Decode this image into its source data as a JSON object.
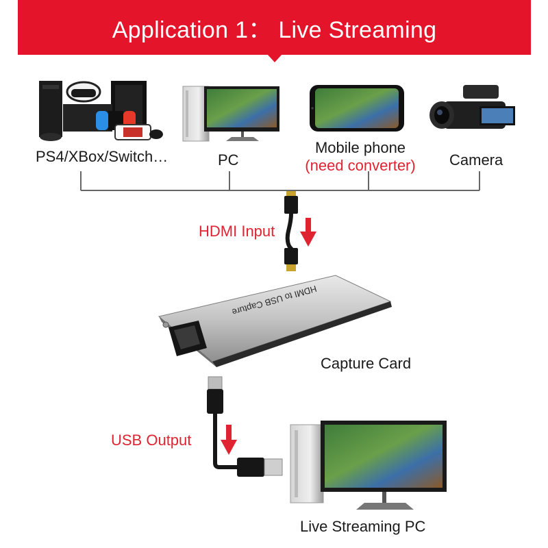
{
  "banner": {
    "title": "Application 1： Live Streaming"
  },
  "sources": [
    {
      "label": "PS4/XBox/Switch…"
    },
    {
      "label": "PC"
    },
    {
      "label": "Mobile phone",
      "note": "(need converter)"
    },
    {
      "label": "Camera"
    }
  ],
  "hdmi_label": "HDMI Input",
  "usb_label": "USB Output",
  "device": {
    "label": "Capture Card",
    "printed_text": "HDMI to USB Capture"
  },
  "destination": {
    "label": "Live Streaming PC"
  },
  "colors": {
    "brand_red": "#e4152b",
    "arrow_red": "#e02330",
    "line": "#666666"
  }
}
